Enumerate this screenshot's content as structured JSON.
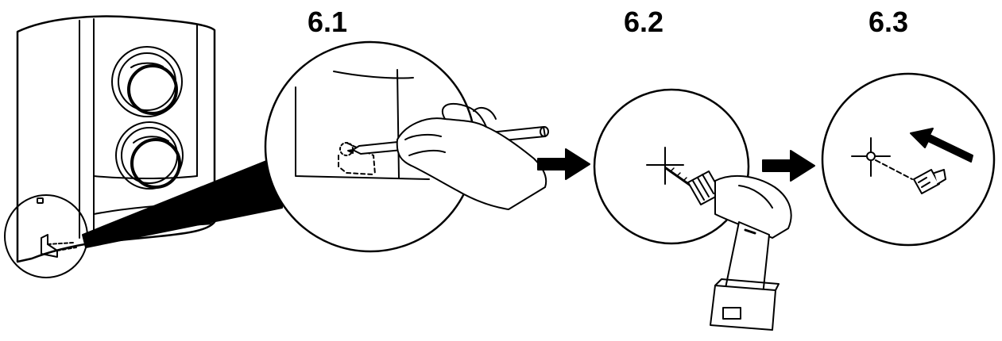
{
  "steps": [
    {
      "label": "6.1"
    },
    {
      "label": "6.2"
    },
    {
      "label": "6.3"
    }
  ],
  "colors": {
    "ink": "#000000",
    "paper": "#ffffff"
  }
}
